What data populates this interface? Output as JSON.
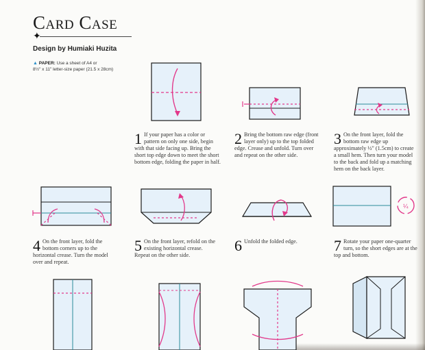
{
  "header": {
    "title": "Card Case",
    "designer": "Design by Humiaki Huzita",
    "paper_label": "PAPER:",
    "paper_text_1": "Use a sheet of A4 or",
    "paper_text_2": "8½\" x 11\" letter-size paper (21.5 x 28cm)"
  },
  "steps": [
    {
      "num": "1",
      "text": "If your paper has a color or pattern on only one side, begin with that side facing up. Bring the short top edge down to meet the short bottom edge, folding the paper in half."
    },
    {
      "num": "2",
      "text": "Bring the bottom raw edge (front layer only) up to the top folded edge. Crease and unfold. Turn over and repeat on the other side."
    },
    {
      "num": "3",
      "text": "On the front layer, fold the bottom raw edge up approximately ½\" (1.5cm) to create a small hem. Then turn your model to the back and fold up a matching hem on the back layer."
    },
    {
      "num": "4",
      "text": "On the front layer, fold the bottom corners up to the horizontal crease. Turn the model over and repeat."
    },
    {
      "num": "5",
      "text": "On the front layer, refold on the existing horizontal crease. Repeat on the other side."
    },
    {
      "num": "6",
      "text": "Unfold the folded edge."
    },
    {
      "num": "7",
      "text": "Rotate your paper one-quarter turn, so the short edges are at the top and bottom."
    }
  ],
  "colors": {
    "paper_fill": "#e6f1fa",
    "crease_pink": "#e2388a",
    "crease_teal": "#2b8a99",
    "ink": "#1a1a1a"
  }
}
